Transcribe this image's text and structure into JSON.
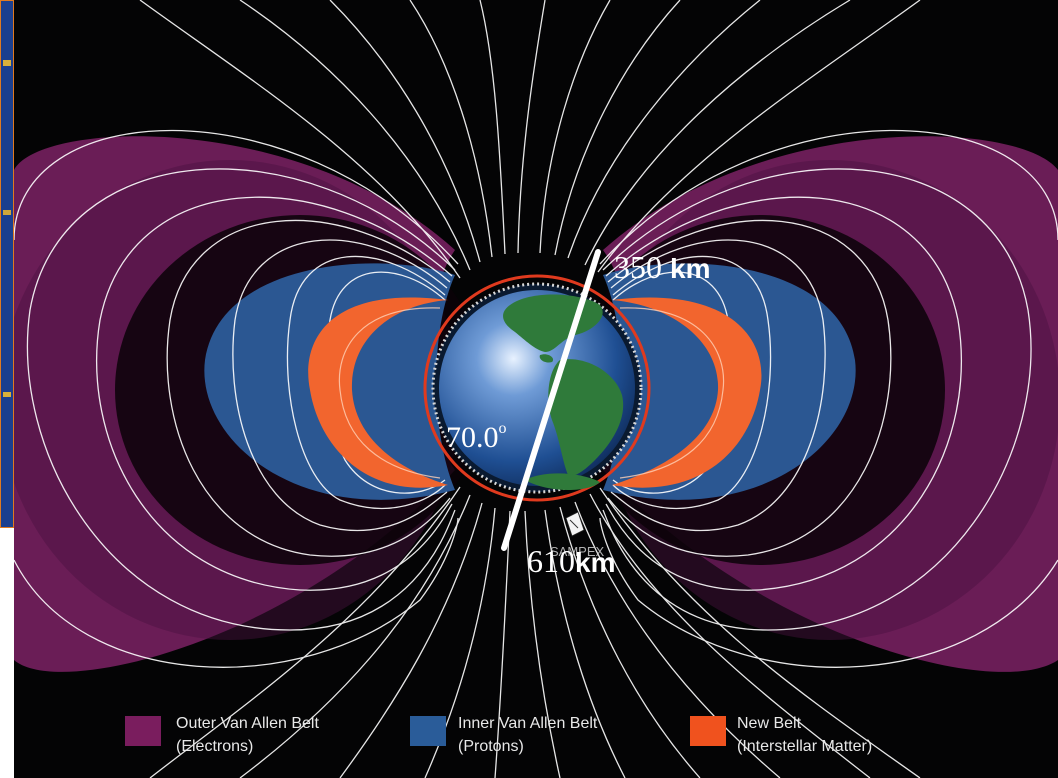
{
  "labels": {
    "altitude_top_value": "350",
    "altitude_top_unit": "km",
    "inclination_value": "70.0",
    "inclination_unit": "o",
    "altitude_bottom_value": "610",
    "altitude_bottom_unit": "km",
    "satellite_text": "SAMPEX"
  },
  "legend": [
    {
      "line1": "Outer Van Allen Belt",
      "line2": "(Electrons)",
      "color": "#7a1d5e"
    },
    {
      "line1": "Inner Van Allen Belt",
      "line2": "(Protons)",
      "color": "#2a5c99"
    },
    {
      "line1": "New Belt",
      "line2": "(Interstellar Matter)",
      "color": "#f0521e"
    }
  ],
  "colors": {
    "background": "#040405",
    "outer_belt": "#6e1f5a",
    "inner_belt": "#2b5792",
    "new_belt": "#f2652e",
    "field_lines": "#ffffff",
    "earth_ring": "#e03a1e",
    "inset_border": "#e07a20"
  }
}
